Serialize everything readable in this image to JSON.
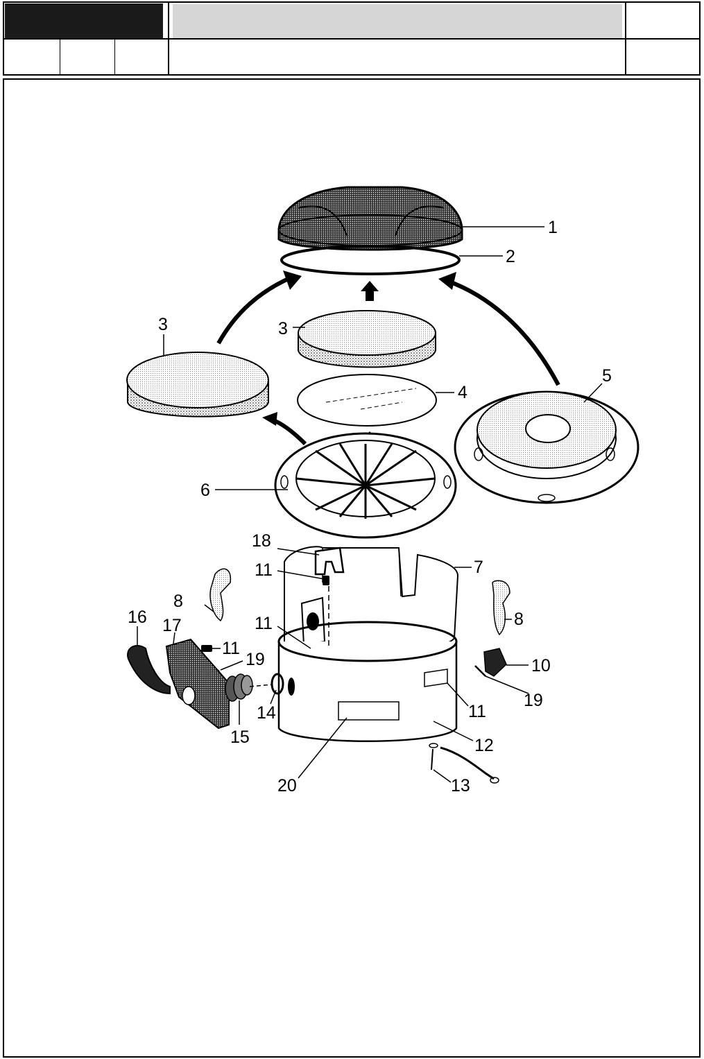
{
  "header": {
    "logo_bg": "#1a1a1a",
    "title_bar_bg": "#d6d6d6"
  },
  "diagram": {
    "callouts": [
      {
        "id": "c1",
        "text": "1"
      },
      {
        "id": "c2",
        "text": "2"
      },
      {
        "id": "c3a",
        "text": "3"
      },
      {
        "id": "c3b",
        "text": "3"
      },
      {
        "id": "c4",
        "text": "4"
      },
      {
        "id": "c5",
        "text": "5"
      },
      {
        "id": "c6",
        "text": "6"
      },
      {
        "id": "c7",
        "text": "7"
      },
      {
        "id": "c8a",
        "text": "8"
      },
      {
        "id": "c8b",
        "text": "8"
      },
      {
        "id": "c10",
        "text": "10"
      },
      {
        "id": "c11a",
        "text": "11"
      },
      {
        "id": "c11b",
        "text": "11"
      },
      {
        "id": "c11c",
        "text": "11"
      },
      {
        "id": "c11d",
        "text": "11"
      },
      {
        "id": "c12",
        "text": "12"
      },
      {
        "id": "c13",
        "text": "13"
      },
      {
        "id": "c14",
        "text": "14"
      },
      {
        "id": "c15",
        "text": "15"
      },
      {
        "id": "c16",
        "text": "16"
      },
      {
        "id": "c17",
        "text": "17"
      },
      {
        "id": "c18",
        "text": "18"
      },
      {
        "id": "c19a",
        "text": "19"
      },
      {
        "id": "c19b",
        "text": "19"
      },
      {
        "id": "c20",
        "text": "20"
      }
    ]
  }
}
